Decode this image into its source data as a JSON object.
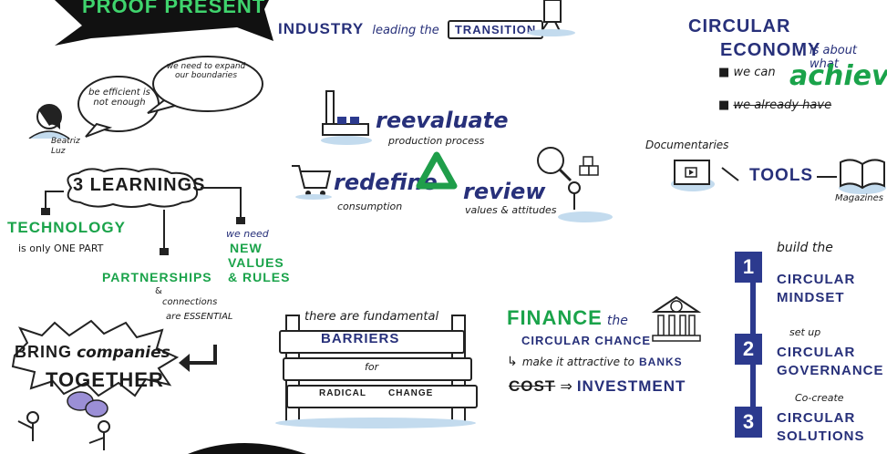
{
  "banner_top": "PROOF PRESENT",
  "industry": {
    "line1": "INDUSTRY",
    "mid": "leading the",
    "word": "TRANSITION"
  },
  "circular_economy": {
    "title_line1": "CIRCULAR",
    "title_line2": "ECONOMY",
    "about": "is about what",
    "we_can": "we can",
    "achieve": "achieve",
    "already_have": "we already have"
  },
  "speech": {
    "bubble1": "be efficient is not enough",
    "bubble2": "we need to expand our boundaries",
    "speaker": "Beatriz Luz"
  },
  "reevaluate": {
    "title": "reevaluate",
    "sub": "production process"
  },
  "redefine": {
    "title": "redefine",
    "sub": "consumption"
  },
  "review": {
    "title": "review",
    "sub": "values & attitudes"
  },
  "tools": {
    "documentaries": "Documentaries",
    "label": "TOOLS",
    "magazines": "Magazines"
  },
  "learnings": {
    "title": "3 LEARNINGS",
    "technology": "TECHNOLOGY",
    "technology_sub": "is only ONE PART",
    "partnerships": "PARTNERSHIPS",
    "partnerships_sub1": "&",
    "partnerships_sub2": "connections",
    "partnerships_sub3": "are ESSENTIAL",
    "need": "we need",
    "new_values_line1": "NEW",
    "new_values_line2": "VALUES",
    "new_values_line3": "& RULES"
  },
  "bring": {
    "line1a": "BRING",
    "line1b": "companies",
    "line2": "TOGETHER"
  },
  "barriers": {
    "header": "there are fundamental",
    "word": "BARRIERS",
    "for": "for",
    "radical": "RADICAL",
    "change": "CHANGE"
  },
  "finance": {
    "title": "FINANCE",
    "the": "the",
    "circular_chance": "CIRCULAR CHANCE",
    "make_it": "make it attractive to",
    "banks": "BANKS",
    "cost": "COST",
    "investment": "INVESTMENT"
  },
  "steps": [
    {
      "num": "1",
      "verb": "build the",
      "line1": "CIRCULAR",
      "line2": "MINDSET"
    },
    {
      "num": "2",
      "verb": "set up",
      "line1": "CIRCULAR",
      "line2": "GOVERNANCE"
    },
    {
      "num": "3",
      "verb": "Co-create",
      "line1": "CIRCULAR",
      "line2": "SOLUTIONS"
    }
  ]
}
